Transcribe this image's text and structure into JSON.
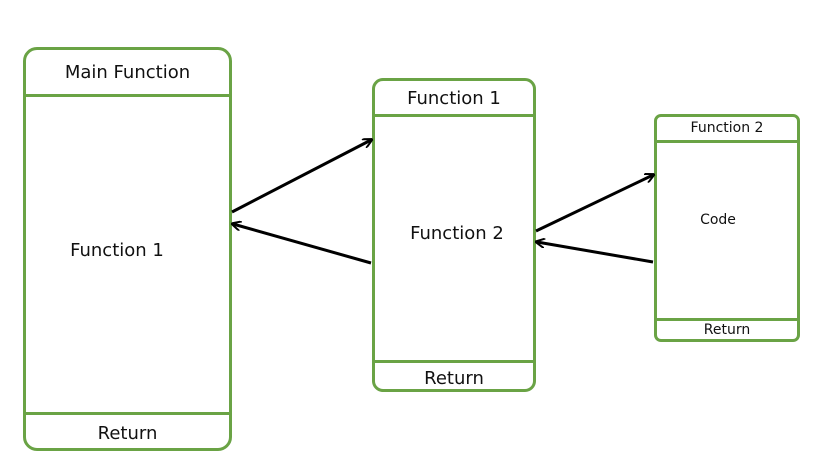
{
  "boxes": {
    "main": {
      "header": "Main Function",
      "body": "Function 1",
      "footer": "Return"
    },
    "f1": {
      "header": "Function 1",
      "body": "Function 2",
      "footer": "Return"
    },
    "f2": {
      "header": "Function 2",
      "body": "Code",
      "footer": "Return"
    }
  },
  "colors": {
    "border": "#6aa345",
    "arrow": "#000000",
    "text": "#111111"
  }
}
